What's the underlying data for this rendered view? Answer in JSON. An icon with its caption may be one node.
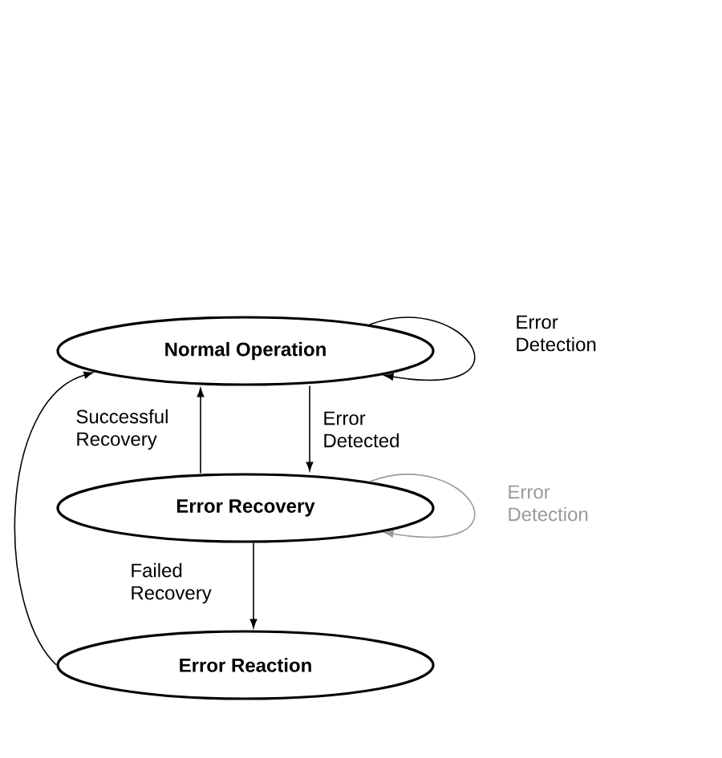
{
  "diagram": {
    "nodes": [
      {
        "text": [
          "Normal Operation"
        ]
      },
      {
        "text": [
          "Error Recovery"
        ]
      },
      {
        "text": [
          "Error Reaction"
        ]
      }
    ],
    "edges": [
      {
        "from": 0,
        "to": 0,
        "arrow": "to",
        "label": "Error Detection"
      },
      {
        "from": 0,
        "to": 1,
        "arrow": "to",
        "label": "Error Detected"
      },
      {
        "from": 1,
        "to": 0,
        "arrow": "to",
        "label": "Successful Recovery"
      },
      {
        "from": 1,
        "to": 1,
        "arrow": "to",
        "label": "Error Detection",
        "color": "#9a9a9a"
      },
      {
        "from": 1,
        "to": 2,
        "arrow": "to",
        "label": "Failed Recovery"
      },
      {
        "from": 2,
        "to": 0,
        "arrow": "to"
      }
    ]
  }
}
